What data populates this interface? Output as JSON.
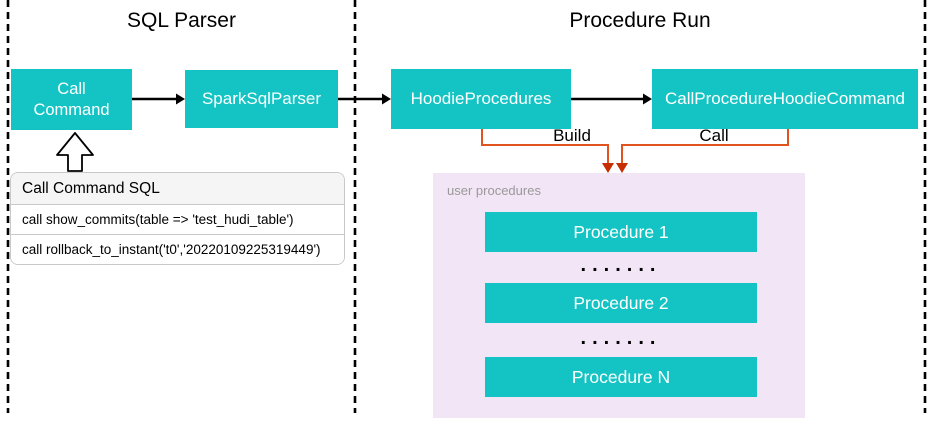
{
  "colors": {
    "teal": "#14C4C4",
    "box-text": "#FFFFFF",
    "orange-line": "#E2541D",
    "orange-head": "#C62D00",
    "pink": "#F2E5F5",
    "panel-header-bg": "#F5F5F5",
    "panel-border": "#C9C9C9",
    "muted-text": "#999999",
    "line-black": "#000000"
  },
  "sections": {
    "left": {
      "title": "SQL Parser"
    },
    "right": {
      "title": "Procedure Run"
    }
  },
  "nodes": {
    "call_command": {
      "label": "Call\nCommand"
    },
    "spark_sql_parser": {
      "label": "SparkSqlParser"
    },
    "hoodie_procedures": {
      "label": "HoodieProcedures"
    },
    "call_procedure_hoodie_command": {
      "label": "CallProcedureHoodieCommand"
    }
  },
  "connectors": {
    "build": {
      "label": "Build"
    },
    "call": {
      "label": "Call"
    }
  },
  "sql_panel": {
    "title": "Call Command SQL",
    "rows": [
      "call show_commits(table => 'test_hudi_table')",
      "call rollback_to_instant('t0','20220109225319449')"
    ]
  },
  "user_procedures": {
    "label": "user procedures",
    "items": [
      "Procedure 1",
      "Procedure 2",
      "Procedure N"
    ],
    "ellipsis": "......."
  }
}
